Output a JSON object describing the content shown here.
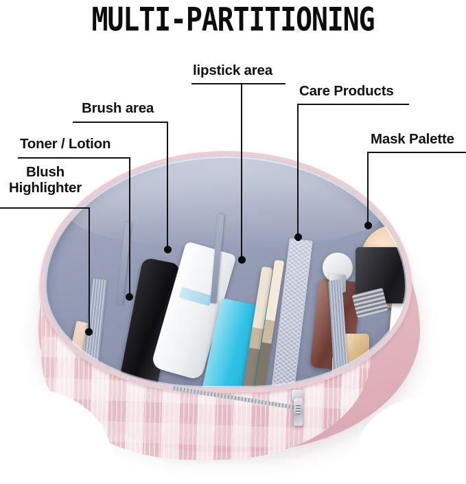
{
  "title": "MULTI-PARTITIONING",
  "colors": {
    "title_text": "#0d0d0d",
    "label_text": "#111111",
    "leader_line": "#111111",
    "bag_exterior_pink": "#e8c5cc",
    "bag_plaid_white": "#ffffff",
    "bag_lining_gray": "#9099b0",
    "zipper_silver": "#d3d6dd",
    "background": "#ffffff"
  },
  "callouts": [
    {
      "id": "blush-highlighter",
      "label_lines": [
        "Blush",
        "Highlighter"
      ],
      "label": "Blush Highlighter"
    },
    {
      "id": "toner-lotion",
      "label": "Toner / Lotion"
    },
    {
      "id": "brush-area",
      "label": "Brush area"
    },
    {
      "id": "lipstick-area",
      "label": "lipstick area"
    },
    {
      "id": "care-products",
      "label": "Care Products"
    },
    {
      "id": "mask-palette",
      "label": "Mask Palette"
    }
  ],
  "product": {
    "description": "Open pink plaid cosmetic travel bag with gray-lavender lining and multiple compartments",
    "compartments": [
      "Blush / Highlighter",
      "Toner / Lotion",
      "Brush area",
      "lipstick area",
      "Care Products",
      "Mask Palette"
    ]
  }
}
